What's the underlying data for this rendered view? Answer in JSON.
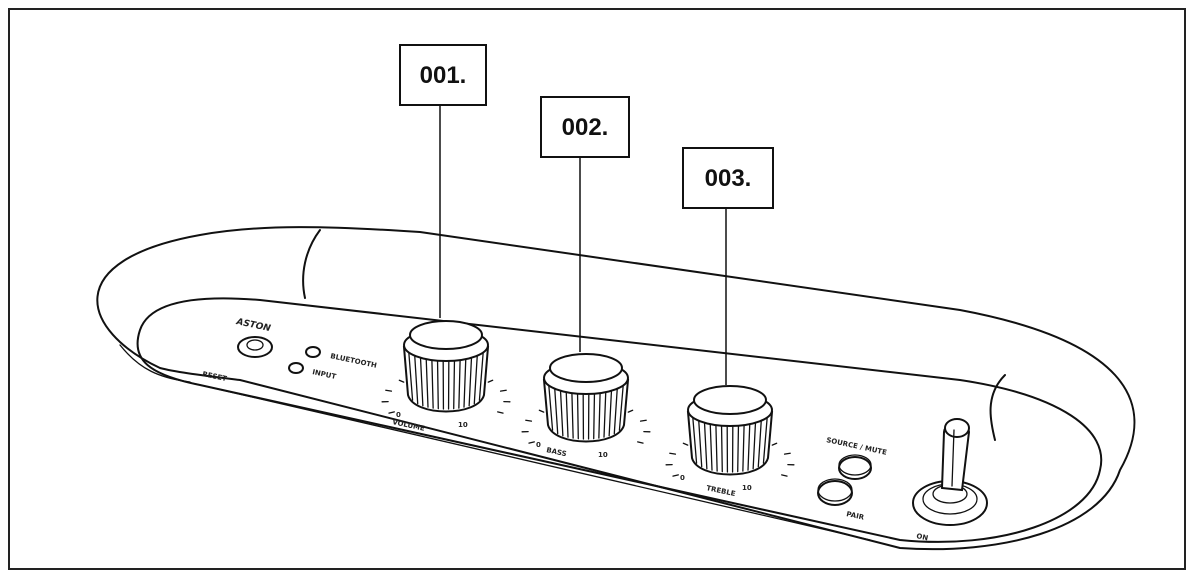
{
  "callouts": [
    {
      "label": "001."
    },
    {
      "label": "002."
    },
    {
      "label": "003."
    }
  ],
  "panel": {
    "brand": "ASTON",
    "bluetooth": "BLUETOOTH",
    "input": "INPUT",
    "reset": "RESET",
    "knob1": "VOLUME",
    "knob2": "BASS",
    "knob3": "TREBLE",
    "source": "SOURCE / MUTE",
    "pair": "PAIR",
    "power": "ON"
  },
  "scale": {
    "min": "0",
    "max": "10"
  },
  "colors": {
    "line": "#111111",
    "background": "#ffffff"
  }
}
